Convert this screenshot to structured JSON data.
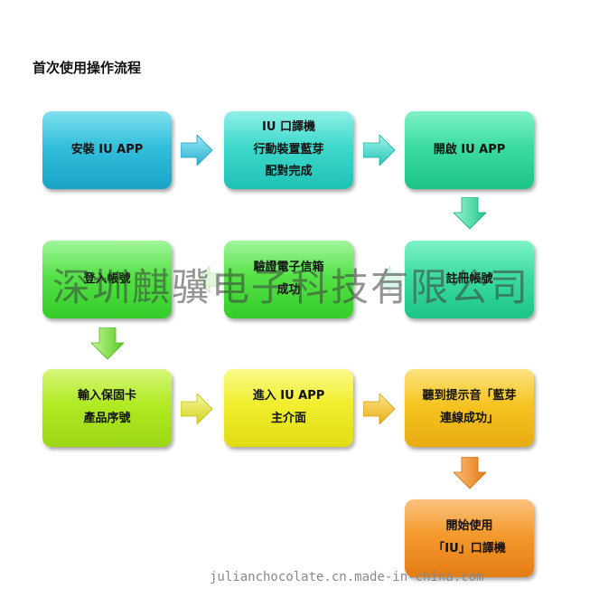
{
  "title": "首次使用操作流程",
  "steps": [
    {
      "lines": [
        "安裝 IU APP"
      ],
      "color": "#33bfdc"
    },
    {
      "lines": [
        "IU 口譯機",
        "行動裝置藍芽",
        "配對完成"
      ],
      "color": "#3fd8cc"
    },
    {
      "lines": [
        "開啟 IU APP"
      ],
      "color": "#3ddca0"
    },
    {
      "lines": [
        "註冊帳號"
      ],
      "color": "#3ddca0"
    },
    {
      "lines": [
        "驗證電子信箱",
        "成功"
      ],
      "color": "#55e248"
    },
    {
      "lines": [
        "登入帳號"
      ],
      "color": "#55e248"
    },
    {
      "lines": [
        "輸入保固卡",
        "產品序號"
      ],
      "color": "#b2ea24"
    },
    {
      "lines": [
        "進入 IU APP",
        "主介面"
      ],
      "color": "#f0ee2e"
    },
    {
      "lines": [
        "聽到提示音「藍芽",
        "連線成功」"
      ],
      "color": "#f6c423"
    },
    {
      "lines": [
        "開始使用",
        "「IU」口譯機"
      ],
      "color": "#f49a2e"
    }
  ],
  "watermark": "深圳麒骥电子科技有限公司",
  "footer": "julianchocolate.cn.made-in-china.com"
}
